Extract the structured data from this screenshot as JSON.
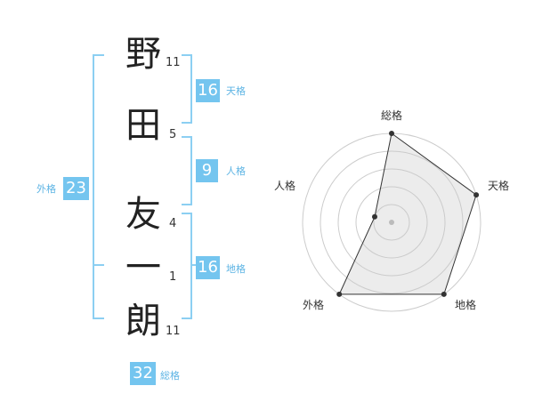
{
  "name_chars": [
    {
      "char": "野",
      "strokes": "11"
    },
    {
      "char": "田",
      "strokes": "5"
    },
    {
      "char": "友",
      "strokes": "4"
    },
    {
      "char": "一",
      "strokes": "1"
    },
    {
      "char": "朗",
      "strokes": "11"
    }
  ],
  "fortunes": {
    "tenkaku": {
      "label": "天格",
      "value": "16"
    },
    "jinkaku": {
      "label": "人格",
      "value": "9"
    },
    "chikaku": {
      "label": "地格",
      "value": "16"
    },
    "gaikaku": {
      "label": "外格",
      "value": "23"
    },
    "soukaku": {
      "label": "総格",
      "value": "32"
    }
  },
  "colors": {
    "accent": "#74c5ef",
    "label": "#5db4e4",
    "bracket": "#8ccff2"
  },
  "chart_data": {
    "type": "radar",
    "axes": [
      "総格",
      "天格",
      "地格",
      "外格",
      "人格"
    ],
    "values": [
      5,
      5,
      5,
      5,
      1
    ],
    "max": 5,
    "rings": 5
  }
}
